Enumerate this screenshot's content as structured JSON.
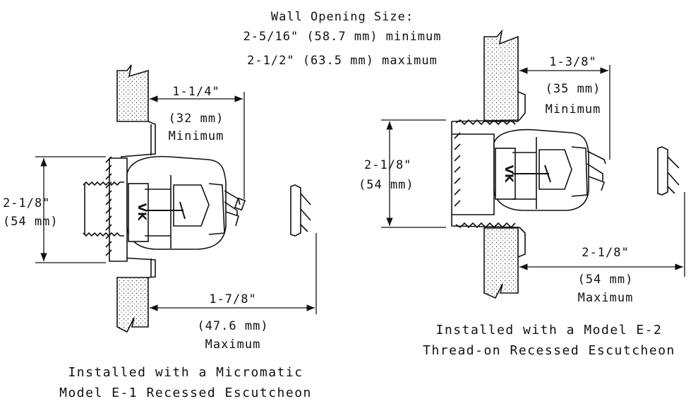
{
  "wall_opening": {
    "title": "Wall Opening Size:",
    "min": "2-5/16\" (58.7 mm) minimum",
    "max": "2-1/2\" (63.5 mm) maximum"
  },
  "left_assembly": {
    "top_dim": "1-1/4\"",
    "top_dim_mm": "(32 mm)",
    "top_dim_note": "Minimum",
    "height_dim": "2-1/8\"",
    "height_dim_mm": "(54 mm)",
    "bottom_dim": "1-7/8\"",
    "bottom_dim_mm": "(47.6 mm)",
    "bottom_dim_note": "Maximum",
    "caption_line1": "Installed with a Micromatic",
    "caption_line2": "Model E-1 Recessed Escutcheon",
    "logo": "VK"
  },
  "right_assembly": {
    "top_dim": "1-3/8\"",
    "top_dim_mm": "(35 mm)",
    "top_dim_note": "Minimum",
    "height_dim": "2-1/8\"",
    "height_dim_mm": "(54 mm)",
    "bottom_dim": "2-1/8\"",
    "bottom_dim_mm": "(54 mm)",
    "bottom_dim_note": "Maximum",
    "caption_line1": "Installed with a Model E-2",
    "caption_line2": "Thread-on Recessed Escutcheon",
    "logo": "VK"
  }
}
